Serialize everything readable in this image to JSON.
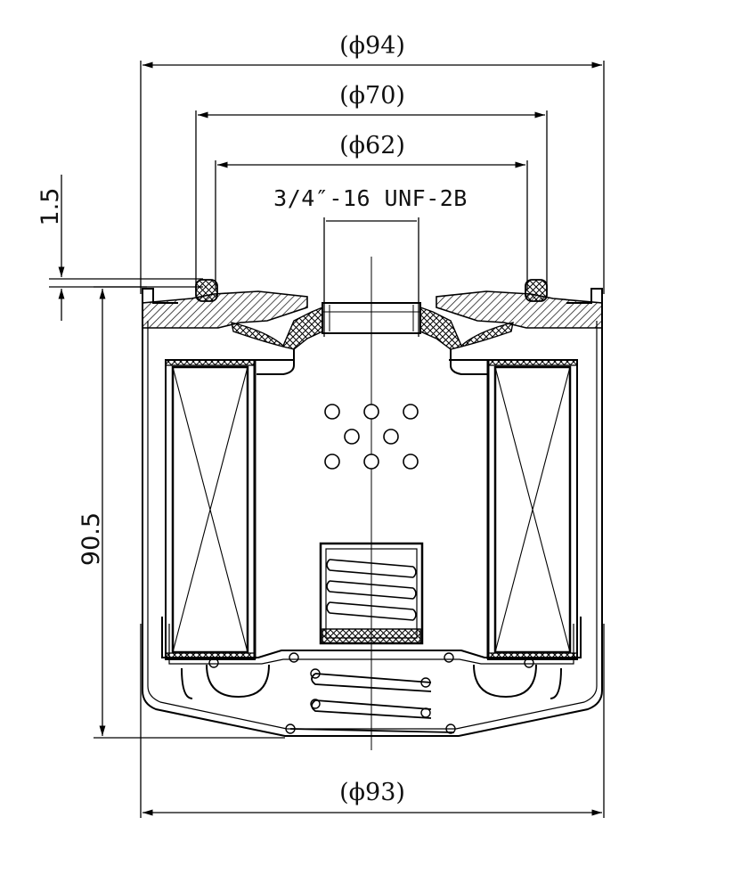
{
  "dimensions": {
    "outer_top_diameter": "(ϕ94)",
    "gasket_diameter": "(ϕ70)",
    "gasket_inner_diameter": "(ϕ62)",
    "thread_spec": "3/4″-16 UNF-2B",
    "gasket_height": "1.5",
    "overall_height": "90.5",
    "outer_bottom_diameter": "(ϕ93)"
  },
  "colors": {
    "line": "#000000",
    "background": "#ffffff"
  }
}
